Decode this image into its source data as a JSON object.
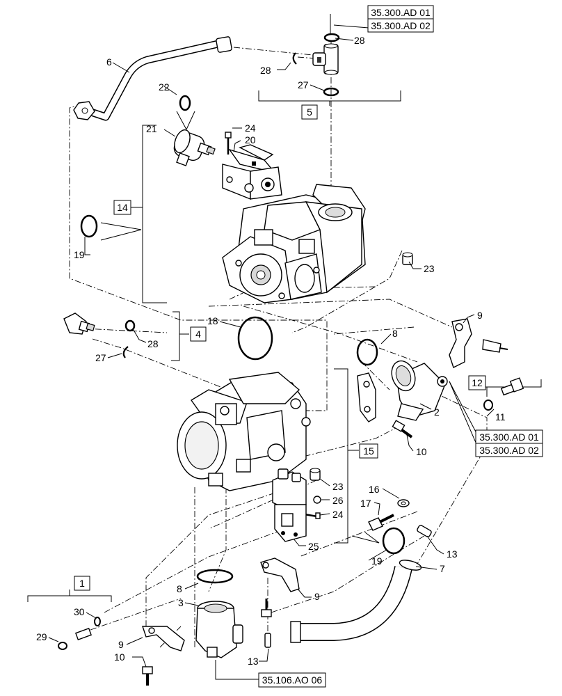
{
  "diagram": {
    "refs": {
      "ad01_top": "35.300.AD 01",
      "ad02_top": "35.300.AD 02",
      "ad01_right": "35.300.AD 01",
      "ad02_right": "35.300.AD 02",
      "ao06_bottom": "35.106.AO 06"
    },
    "boxed_callouts": {
      "b5": "5",
      "b14": "14",
      "b4": "4",
      "b12": "12",
      "b15": "15",
      "b1": "1"
    },
    "callouts": {
      "c28a": "28",
      "c6": "6",
      "c28b": "28",
      "c27a": "27",
      "c22": "22",
      "c21": "21",
      "c24a": "24",
      "c20": "20",
      "c19a": "19",
      "c23a": "23",
      "c9a": "9",
      "c18": "18",
      "c28c": "28",
      "c27b": "27",
      "c8a": "8",
      "c2": "2",
      "c11": "11",
      "c10a": "10",
      "c23b": "23",
      "c26": "26",
      "c24b": "24",
      "c16": "16",
      "c17": "17",
      "c25": "25",
      "c13a": "13",
      "c19b": "19",
      "c7": "7",
      "c8b": "8",
      "c9b": "9",
      "c3": "3",
      "c30": "30",
      "c29": "29",
      "c9c": "9",
      "c10b": "10",
      "c13b": "13"
    }
  }
}
